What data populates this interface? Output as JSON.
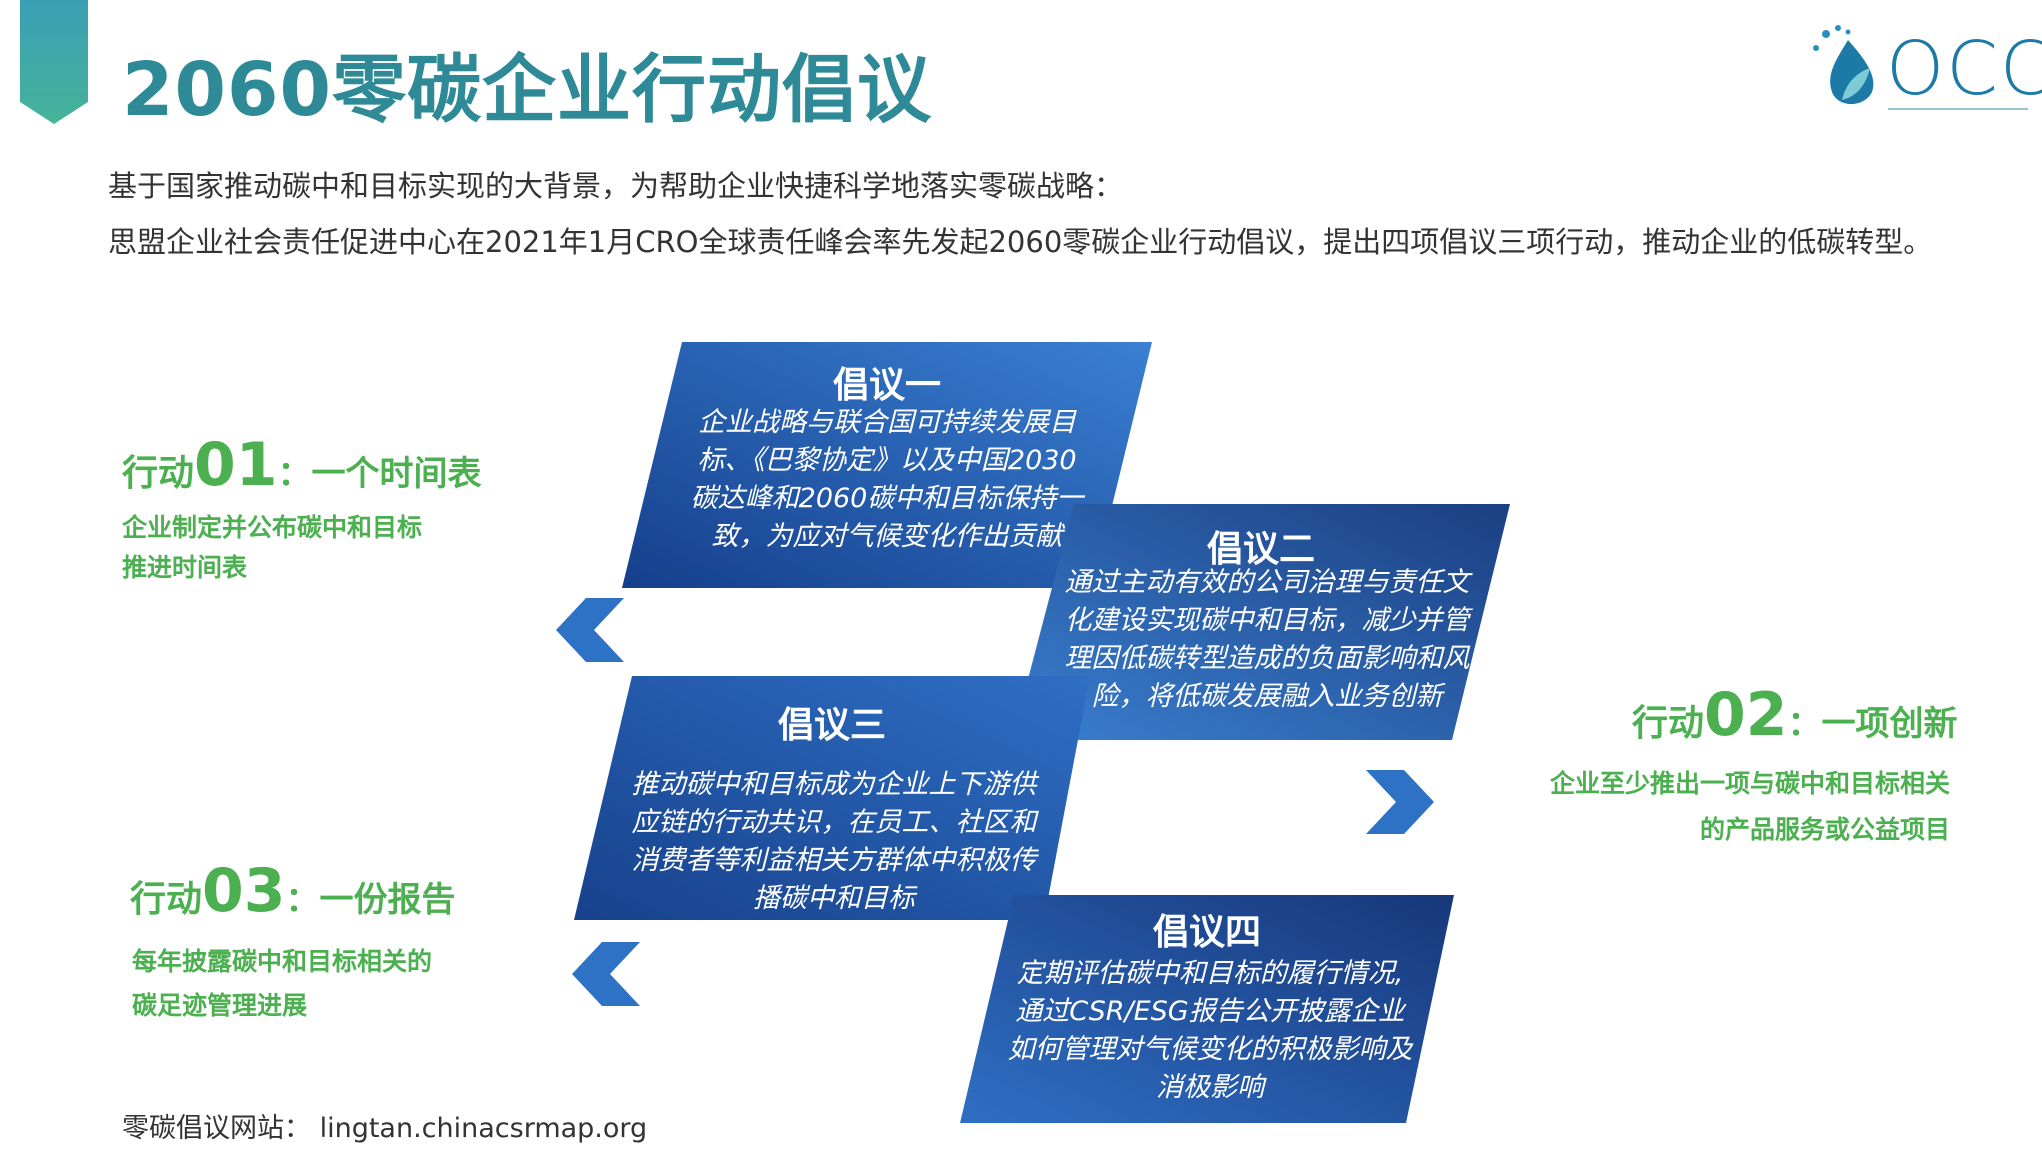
{
  "title": "2060零碳企业行动倡议",
  "logo": {
    "text": "OCCI"
  },
  "intro": {
    "line1": "基于国家推动碳中和目标实现的大背景，为帮助企业快捷科学地落实零碳战略：",
    "line2": "思盟企业社会责任促进中心在2021年1月CRO全球责任峰会率先发起2060零碳企业行动倡议，提出四项倡议三项行动，推动企业的低碳转型。"
  },
  "initiatives": [
    {
      "title": "倡议一",
      "lines": [
        "企业战略与联合国可持续发展目",
        "标、《巴黎协定》以及中国2030",
        "碳达峰和2060碳中和目标保持一",
        "致，为应对气候变化作出贡献"
      ]
    },
    {
      "title": "倡议二",
      "lines": [
        "通过主动有效的公司治理与责任文",
        "化建设实现碳中和目标，减少并管",
        "理因低碳转型造成的负面影响和风",
        "险，将低碳发展融入业务创新"
      ]
    },
    {
      "title": "倡议三",
      "lines": [
        "推动碳中和目标成为企业上下游供",
        "应链的行动共识，在员工、社区和",
        "消费者等利益相关方群体中积极传",
        "播碳中和目标"
      ]
    },
    {
      "title": "倡议四",
      "lines": [
        "定期评估碳中和目标的履行情况,",
        "通过CSR/ESG报告公开披露企业",
        "如何管理对气候变化的积极影响及",
        "消极影响"
      ]
    }
  ],
  "actions": [
    {
      "prefix": "行动",
      "number": "01",
      "suffix": "：一个时间表",
      "desc": [
        "企业制定并公布碳中和目标",
        "推进时间表"
      ]
    },
    {
      "prefix": "行动",
      "number": "02",
      "suffix": "：一项创新",
      "desc": [
        "企业至少推出一项与碳中和目标相关",
        "的产品服务或公益项目"
      ]
    },
    {
      "prefix": "行动",
      "number": "03",
      "suffix": "：一份报告",
      "desc": [
        "每年披露碳中和目标相关的",
        "碳足迹管理进展"
      ]
    }
  ],
  "footer": "零碳倡议网站： lingtan.chinacsrmap.org",
  "colors": {
    "title": "#2e8a96",
    "action_green": "#4caf50",
    "para_dark": "#17428f",
    "para_light": "#3a7fd1",
    "chevron": "#2d72c4"
  }
}
